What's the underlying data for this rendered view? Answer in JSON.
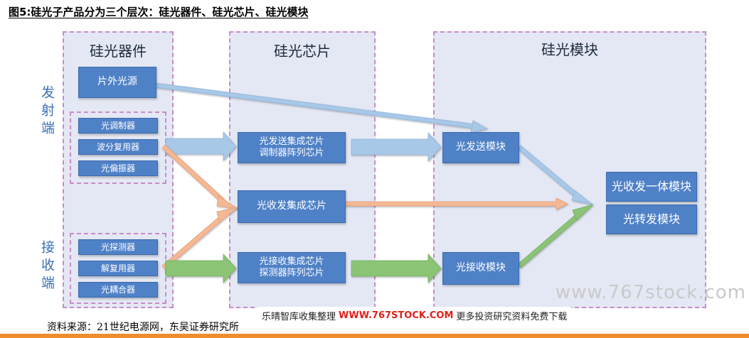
{
  "title": "图5:硅光子产品分为三个层次：硅光器件、硅光芯片、硅光模块",
  "panels": {
    "devices": "硅光器件",
    "chips": "硅光芯片",
    "modules": "硅光模块"
  },
  "side_labels": {
    "transmit": "发射端",
    "receive": "接收端"
  },
  "devices": {
    "external_source": "片外光源",
    "modulator": "光调制器",
    "wdm_mux": "波分复用器",
    "polarizer": "光偏振器",
    "detector": "光探测器",
    "demux": "解复用器",
    "coupler": "光耦合器"
  },
  "chips": {
    "tx_line1": "光发送集成芯片",
    "tx_line2": "调制器阵列芯片",
    "trx": "光收发集成芯片",
    "rx_line1": "光接收集成芯片",
    "rx_line2": "探测器阵列芯片"
  },
  "modules": {
    "tx": "光发送模块",
    "rx": "光接收模块",
    "transceiver": "光收发一体模块",
    "transponder": "光转发模块"
  },
  "source": "资料来源：21世纪电源网，东吴证券研究所",
  "watermark": "www.767stock.com",
  "banner": {
    "left": "乐晴智库收集整理",
    "url": "WWW.767STOCK.COM",
    "right": "更多投资研究资料免费下载"
  },
  "colors": {
    "panel_bg": "#e4e8f4",
    "dashed_border": "#c98bc8",
    "box_blue": "#4f81c7",
    "arrow_blue": "#a8c8e8",
    "arrow_orange": "#f4b894",
    "arrow_green": "#8cc474",
    "side_label": "#3c6fb4"
  }
}
